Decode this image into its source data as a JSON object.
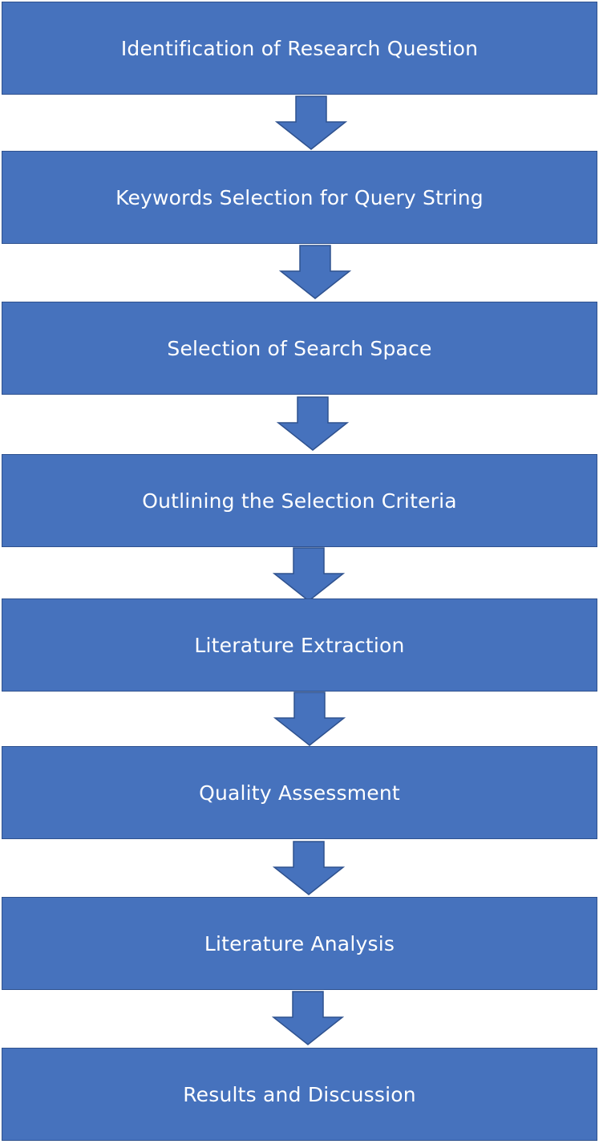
{
  "flowchart": {
    "steps": [
      {
        "label": "Identification of Research Question"
      },
      {
        "label": "Keywords Selection for Query String"
      },
      {
        "label": "Selection of Search Space"
      },
      {
        "label": "Outlining the Selection Criteria"
      },
      {
        "label": "Literature Extraction"
      },
      {
        "label": "Quality Assessment"
      },
      {
        "label": "Literature Analysis"
      },
      {
        "label": "Results and Discussion"
      }
    ],
    "colors": {
      "box_fill": "#4672BD",
      "box_border": "#2F528F",
      "text": "#FFFFFF"
    }
  }
}
